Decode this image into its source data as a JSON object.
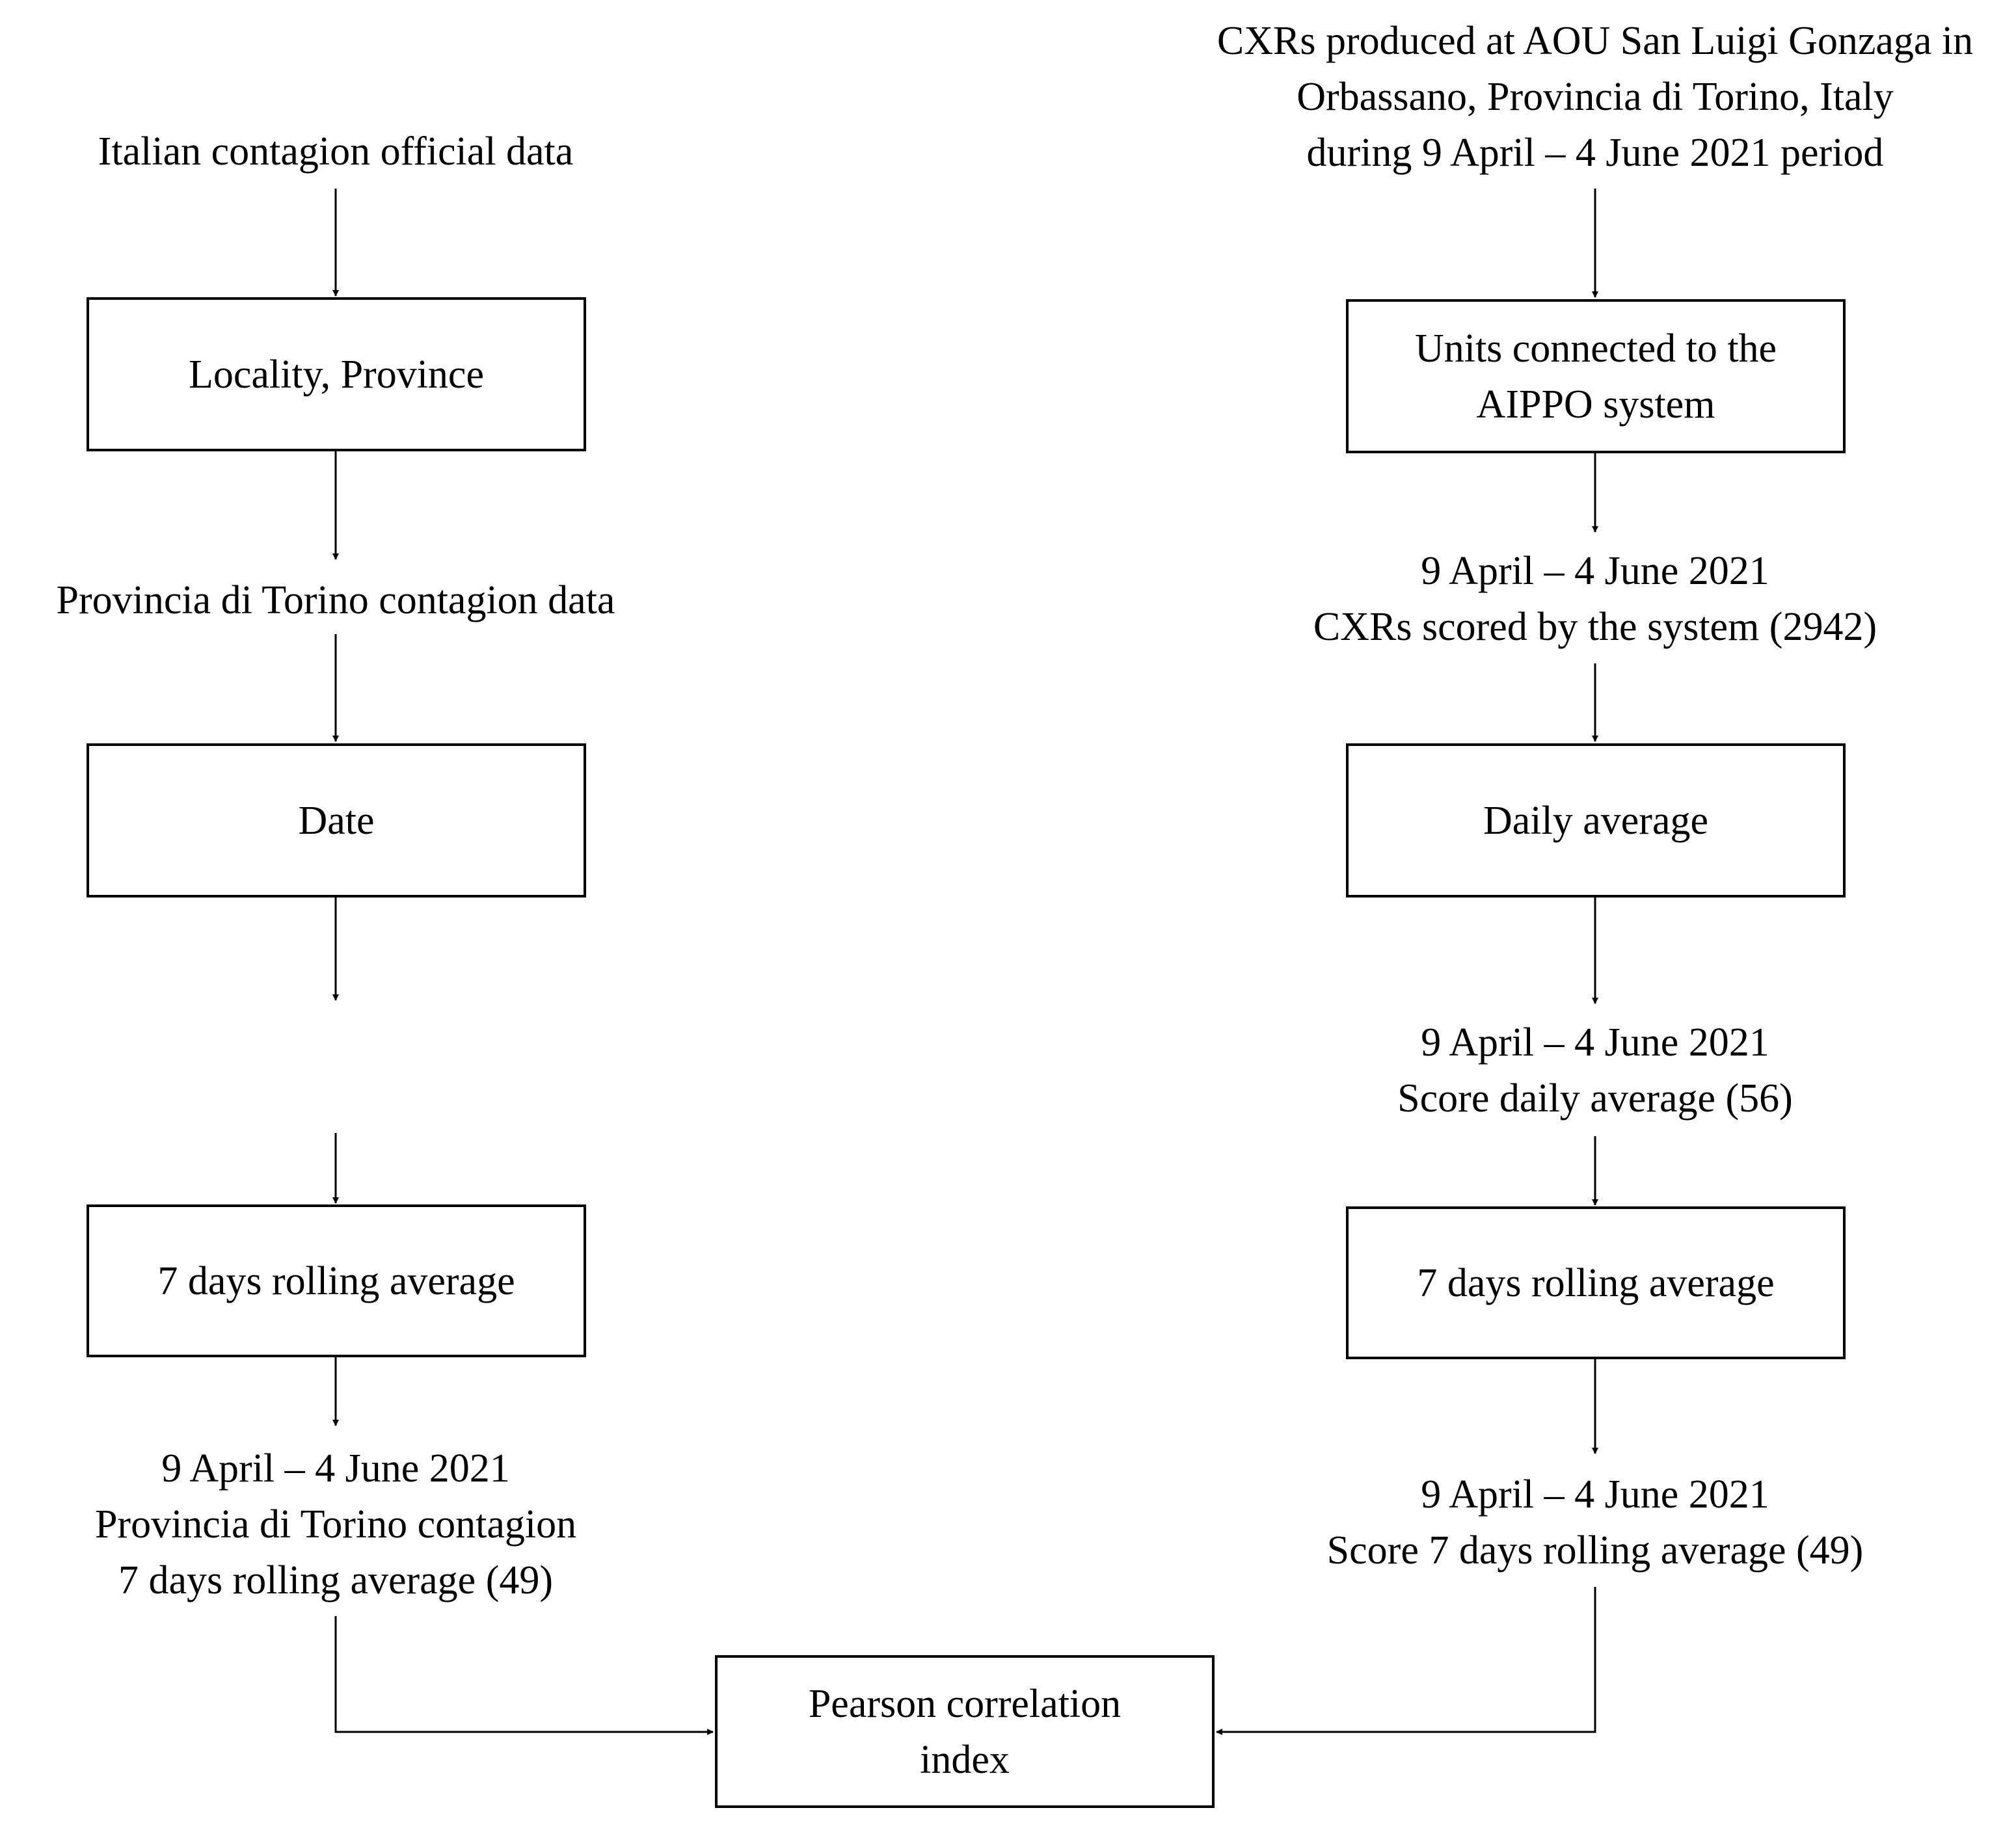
{
  "left": {
    "source": "Italian contagion official data",
    "box_locality": "Locality, Province",
    "torino_data": "Provincia di Torino contagion data",
    "box_date": "Date",
    "box_rolling": "7 days rolling average",
    "result": [
      "9 April – 4 June 2021",
      "Provincia di Torino contagion",
      "7 days rolling average (49)"
    ]
  },
  "right": {
    "source": [
      "CXRs produced at AOU San Luigi Gonzaga in",
      "Orbassano, Provincia di Torino, Italy",
      "during 9 April – 4 June 2021 period"
    ],
    "box_units": [
      "Units connected to the",
      "AIPPO system"
    ],
    "scored": [
      "9 April – 4 June 2021",
      "CXRs scored by the system (2942)"
    ],
    "box_daily": "Daily average",
    "daily_result": [
      "9 April – 4 June 2021",
      "Score daily average (56)"
    ],
    "box_rolling": "7 days rolling average",
    "result": [
      "9 April – 4 June 2021",
      "Score 7 days rolling average (49)"
    ]
  },
  "bottom": {
    "box_pearson": [
      "Pearson correlation",
      "index"
    ]
  }
}
